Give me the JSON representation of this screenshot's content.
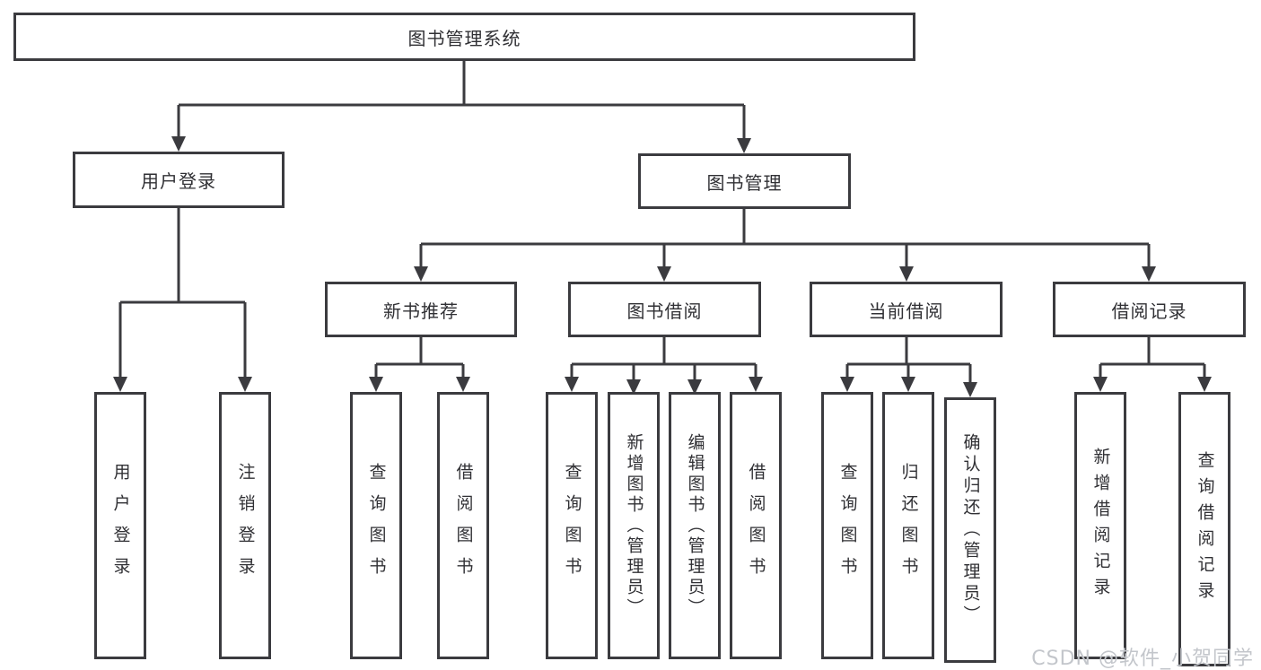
{
  "diagram": {
    "title": "图书管理系统",
    "type": "hierarchy-diagram",
    "colors": {
      "line": "#3b3b3f",
      "box_border": "#3b3b3f",
      "box_fill": "#ffffff",
      "text": "#303034",
      "watermark_text": "#c3c6cb",
      "background": "#ffffff"
    },
    "structure": {
      "root": "图书管理系统",
      "children": [
        {
          "label": "用户登录",
          "children": [
            "用户登录",
            "注销登录"
          ]
        },
        {
          "label": "图书管理",
          "children": [
            {
              "label": "新书推荐",
              "children": [
                "查询图书",
                "借阅图书"
              ]
            },
            {
              "label": "图书借阅",
              "children": [
                "查询图书",
                "新增图书（管理员）",
                "编辑图书（管理员）",
                "借阅图书"
              ]
            },
            {
              "label": "当前借阅",
              "children": [
                "查询图书",
                "归还图书",
                "确认归还（管理员）"
              ]
            },
            {
              "label": "借阅记录",
              "children": [
                "新增借阅记录",
                "查询借阅记录"
              ]
            }
          ]
        }
      ]
    }
  },
  "nodes": {
    "root": "图书管理系统",
    "branch_user_login": "用户登录",
    "branch_book_mgmt": "图书管理",
    "branch_new_book": "新书推荐",
    "branch_book_borrow": "图书借阅",
    "branch_current_borrow": "当前借阅",
    "branch_borrow_record": "借阅记录",
    "leaf_user_login": "用户登录",
    "leaf_logout": "注销登录",
    "leaf_nb_query": "查询图书",
    "leaf_nb_borrow": "借阅图书",
    "leaf_bb_query": "查询图书",
    "leaf_bb_add": "新增图书（管理员）",
    "leaf_bb_edit": "编辑图书（管理员）",
    "leaf_bb_borrow": "借阅图书",
    "leaf_cb_query": "查询图书",
    "leaf_cb_return": "归还图书",
    "leaf_cb_confirm": "确认归还（管理员）",
    "leaf_br_add": "新增借阅记录",
    "leaf_br_query": "查询借阅记录"
  },
  "watermark": "CSDN @软件_小贺同学"
}
